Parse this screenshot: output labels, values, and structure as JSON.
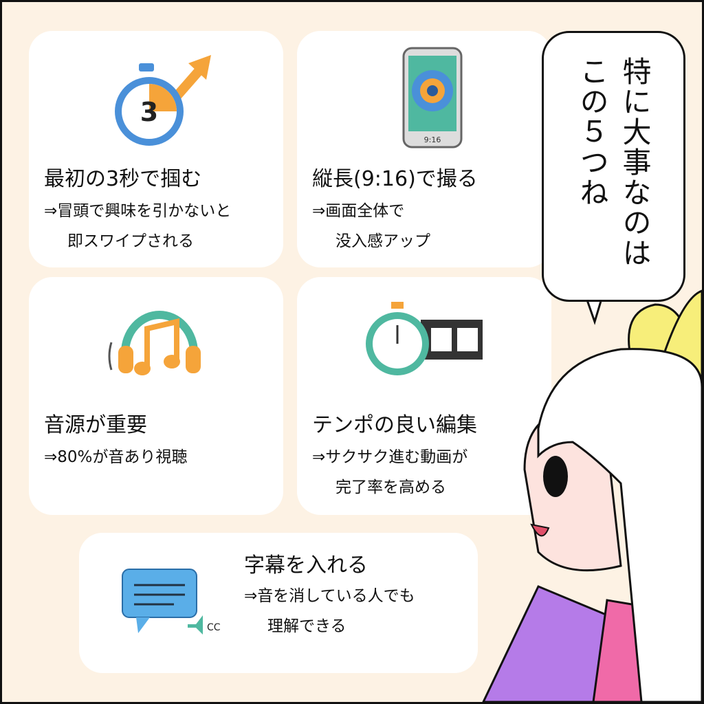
{
  "cards": [
    {
      "title": "最初の3秒で掴む",
      "lines": [
        "⇒冒頭で興味を引かないと",
        "即スワイプされる"
      ],
      "icon": "stopwatch-arrow-icon",
      "icon_text": "3"
    },
    {
      "title": "縦長(9:16)で撮る",
      "lines": [
        "⇒画面全体で",
        "没入感アップ"
      ],
      "icon": "smartphone-icon",
      "icon_text": "9:16"
    },
    {
      "title": "音源が重要",
      "lines": [
        "⇒80%が音あり視聴"
      ],
      "icon": "headphones-music-icon"
    },
    {
      "title": "テンポの良い編集",
      "lines": [
        "⇒サクサク進む動画が",
        "完了率を高める"
      ],
      "icon": "stopwatch-film-icon"
    },
    {
      "title": "字幕を入れる",
      "lines": [
        "⇒音を消している人でも",
        "理解できる"
      ],
      "icon": "caption-bubble-icon",
      "icon_text": "CC"
    }
  ],
  "bubble": {
    "lines": [
      "特に大事なのは",
      "この５つね"
    ]
  },
  "colors": {
    "background": "#fdf2e4",
    "card": "#ffffff",
    "orange": "#f5a43a",
    "blue": "#4a90d9",
    "teal": "#4fb8a0",
    "purple": "#b57be8"
  }
}
